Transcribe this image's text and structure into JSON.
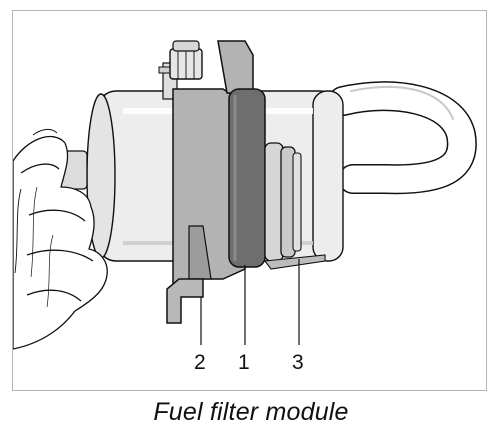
{
  "caption": "Fuel filter module",
  "callouts": [
    {
      "id": "callout-2",
      "label": "2"
    },
    {
      "id": "callout-1",
      "label": "1"
    },
    {
      "id": "callout-3",
      "label": "3"
    }
  ],
  "colors": {
    "outline": "#111111",
    "metal": "#ededed",
    "bracket": "#b3b3b3",
    "seal": "#6e6e6e",
    "frame": "#b5b5b5"
  }
}
